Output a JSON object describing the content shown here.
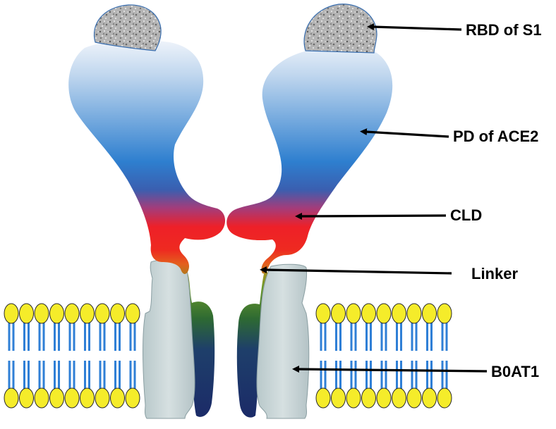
{
  "labels": {
    "rbd": "RBD of S1",
    "pd": "PD of ACE2",
    "cld": "CLD",
    "linker": "Linker",
    "boat": "B0AT1"
  },
  "colors": {
    "pd_top": "#e6eef8",
    "pd_bottom": "#1f6fc4",
    "cld_red": "#ef2020",
    "linker_orange": "#d86a1d",
    "linker_green": "#4a8a2a",
    "tm_green": "#2e6a32",
    "tm_navy": "#1b2a68",
    "boat": "#c9d6d8",
    "lipid_head": "#f5ec2a",
    "lipid_tail": "#2f7fd6",
    "rbd": "#b9b9b9",
    "arrow": "#000000"
  }
}
